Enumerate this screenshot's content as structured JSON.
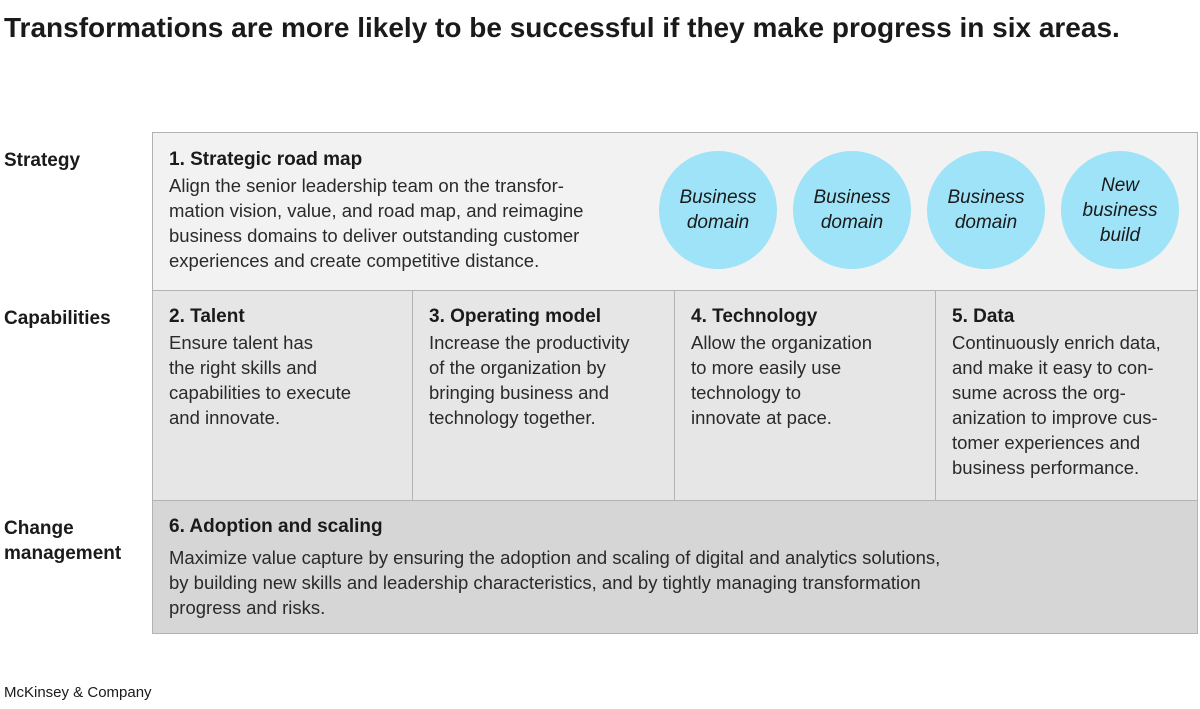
{
  "title": "Transformations are more likely to be successful if they make progress in six areas.",
  "row_labels": {
    "strategy": "Strategy",
    "capabilities": "Capabilities",
    "change1": "Change",
    "change2": "management"
  },
  "strategic": {
    "heading": "1. Strategic road map",
    "lines": [
      "Align the senior leadership team on the transfor-",
      "mation vision, value, and road map, and reimagine",
      "business domains to deliver outstanding customer",
      "experiences and create competitive distance."
    ]
  },
  "circles": [
    {
      "lines": [
        "Business",
        "domain"
      ]
    },
    {
      "lines": [
        "Business",
        "domain"
      ]
    },
    {
      "lines": [
        "Business",
        "domain"
      ]
    },
    {
      "lines": [
        "New",
        "business",
        "build"
      ]
    }
  ],
  "capabilities": [
    {
      "heading": "2. Talent",
      "lines": [
        "Ensure talent has",
        "the right skills and",
        "capabilities to execute",
        "and innovate."
      ]
    },
    {
      "heading": "3. Operating model",
      "lines": [
        "Increase the productivity",
        "of the organization by",
        "bringing business and",
        "technology together."
      ]
    },
    {
      "heading": "4. Technology",
      "lines": [
        "Allow the organization",
        "to more easily use",
        "technology to",
        "innovate at pace."
      ]
    },
    {
      "heading": "5. Data",
      "lines": [
        "Continuously enrich data,",
        "and make it easy to con-",
        "sume across the org-",
        "anization to improve cus-",
        "tomer experiences and",
        "business performance."
      ]
    }
  ],
  "adoption": {
    "heading": "6. Adoption and scaling",
    "lines": [
      "Maximize value capture by ensuring the adoption and scaling of digital and analytics solutions,",
      "by building new skills and leadership characteristics, and by tightly managing transformation",
      "progress and risks."
    ]
  },
  "footer": "McKinsey & Company",
  "colors": {
    "row1": "#f2f2f2",
    "row2": "#e6e6e6",
    "row3": "#d6d6d6",
    "circle": "#9fe3f8"
  }
}
